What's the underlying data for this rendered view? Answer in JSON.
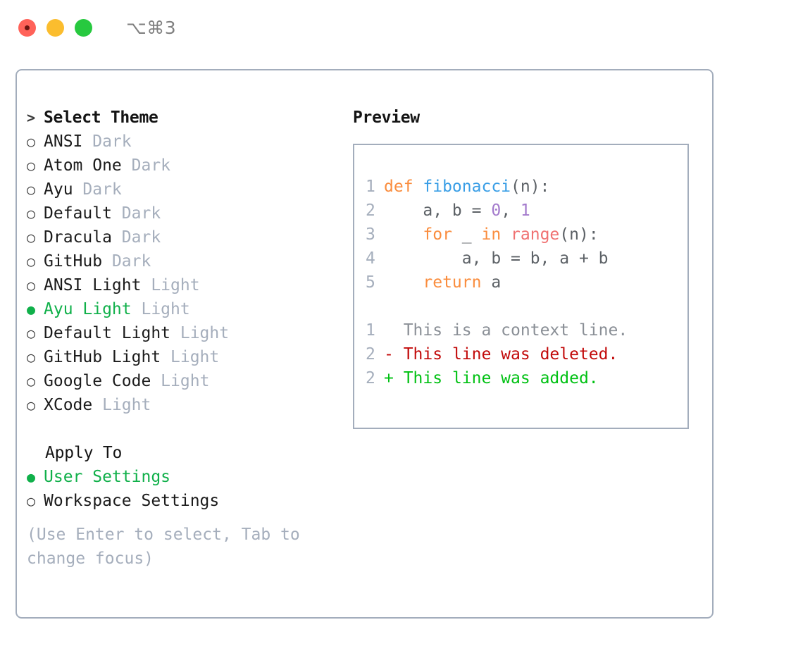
{
  "window": {
    "shortcut": "⌥⌘3",
    "traffic_lights": [
      {
        "name": "close",
        "color": "#FF6259"
      },
      {
        "name": "minimize",
        "color": "#FBBD2E"
      },
      {
        "name": "maximize",
        "color": "#27C93F"
      }
    ]
  },
  "colors": {
    "accent_green": "#10B04A",
    "panel_border": "#A3ADBC",
    "muted_text": "#A5AEBC",
    "keyword_orange": "#FA8D3E",
    "function_blue": "#399EE6",
    "number_purple": "#A37ACC",
    "call_red": "#F07171",
    "punctuation_gray": "#5C6166",
    "diff_delete": "#C20A0A",
    "diff_add": "#00C113"
  },
  "theme_picker": {
    "header_marker": ">",
    "header": "Select Theme",
    "unselected_marker": "○",
    "selected_marker": "●",
    "items": [
      {
        "marker": "○",
        "name": "ANSI",
        "kind": "Dark",
        "selected": false
      },
      {
        "marker": "○",
        "name": "Atom One",
        "kind": "Dark",
        "selected": false
      },
      {
        "marker": "○",
        "name": "Ayu",
        "kind": "Dark",
        "selected": false
      },
      {
        "marker": "○",
        "name": "Default",
        "kind": "Dark",
        "selected": false
      },
      {
        "marker": "○",
        "name": "Dracula",
        "kind": "Dark",
        "selected": false
      },
      {
        "marker": "○",
        "name": "GitHub",
        "kind": "Dark",
        "selected": false
      },
      {
        "marker": "○",
        "name": "ANSI Light",
        "kind": "Light",
        "selected": false
      },
      {
        "marker": "●",
        "name": "Ayu Light",
        "kind": "Light",
        "selected": true
      },
      {
        "marker": "○",
        "name": "Default Light",
        "kind": "Light",
        "selected": false
      },
      {
        "marker": "○",
        "name": "GitHub Light",
        "kind": "Light",
        "selected": false
      },
      {
        "marker": "○",
        "name": "Google Code",
        "kind": "Light",
        "selected": false
      },
      {
        "marker": "○",
        "name": "XCode",
        "kind": "Light",
        "selected": false
      }
    ]
  },
  "apply_to": {
    "header": "Apply To",
    "items": [
      {
        "marker": "●",
        "label": "User Settings",
        "selected": true
      },
      {
        "marker": "○",
        "label": "Workspace Settings",
        "selected": false
      }
    ]
  },
  "hint": "(Use Enter to select, Tab to change focus)",
  "preview": {
    "header": "Preview",
    "code_lines": [
      {
        "number": "1",
        "tokens": [
          {
            "text": "def ",
            "style": "kw"
          },
          {
            "text": "fibonacci",
            "style": "fn"
          },
          {
            "text": "(n):",
            "style": "punc"
          }
        ]
      },
      {
        "number": "2",
        "tokens": [
          {
            "text": "    a, b = ",
            "style": "var"
          },
          {
            "text": "0",
            "style": "num"
          },
          {
            "text": ", ",
            "style": "var"
          },
          {
            "text": "1",
            "style": "num"
          }
        ]
      },
      {
        "number": "3",
        "tokens": [
          {
            "text": "    ",
            "style": "var"
          },
          {
            "text": "for",
            "style": "kw"
          },
          {
            "text": " _ ",
            "style": "var"
          },
          {
            "text": "in",
            "style": "kw"
          },
          {
            "text": " ",
            "style": "var"
          },
          {
            "text": "range",
            "style": "call"
          },
          {
            "text": "(n):",
            "style": "punc"
          }
        ]
      },
      {
        "number": "4",
        "tokens": [
          {
            "text": "        a, b = b, a + b",
            "style": "var"
          }
        ]
      },
      {
        "number": "5",
        "tokens": [
          {
            "text": "    ",
            "style": "var"
          },
          {
            "text": "return",
            "style": "kw"
          },
          {
            "text": " a",
            "style": "var"
          }
        ]
      }
    ],
    "diff_lines": [
      {
        "number": "1",
        "prefix": "  ",
        "text": "This is a context line.",
        "kind": "context"
      },
      {
        "number": "2",
        "prefix": "- ",
        "text": "This line was deleted.",
        "kind": "delete"
      },
      {
        "number": "2",
        "prefix": "+ ",
        "text": "This line was added.",
        "kind": "add"
      }
    ]
  }
}
